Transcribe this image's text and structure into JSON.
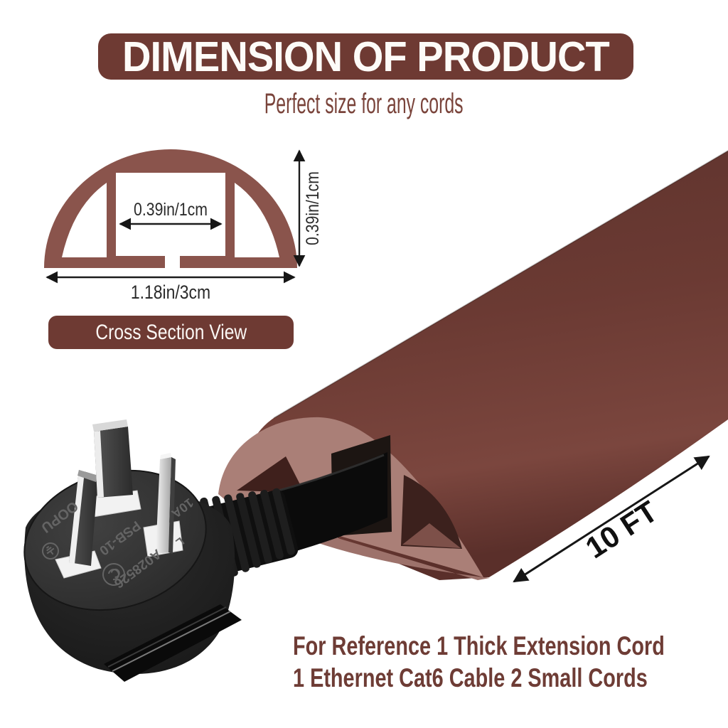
{
  "header": {
    "title": "DIMENSION OF PRODUCT",
    "subtitle": "Perfect size for any cords"
  },
  "cross_section": {
    "caption": "Cross Section View",
    "inner_width_label": "0.39in/1cm",
    "height_label": "0.39in/1cm",
    "outer_width_label": "1.18in/3cm"
  },
  "product_view": {
    "length_label": "10 FT",
    "plug_markings": {
      "brand": "OOPU",
      "model": "PSB-10",
      "code": "A028526",
      "rating": "10A",
      "terminal": "L"
    }
  },
  "footer": {
    "line1": "For Reference 1 Thick Extension Cord",
    "line2": "1 Ethernet Cat6 Cable 2 Small Cords"
  },
  "colors": {
    "banner": "#6e3a33",
    "accent_text": "#7a443b",
    "footer_text": "#6e3c35",
    "profile_fill": "#8a544c",
    "duct_dark": "#6b3a33",
    "duct_light": "#aa7f77",
    "cable_black": "#0b0b0b",
    "dimension_lines": "#1c1c1c"
  }
}
